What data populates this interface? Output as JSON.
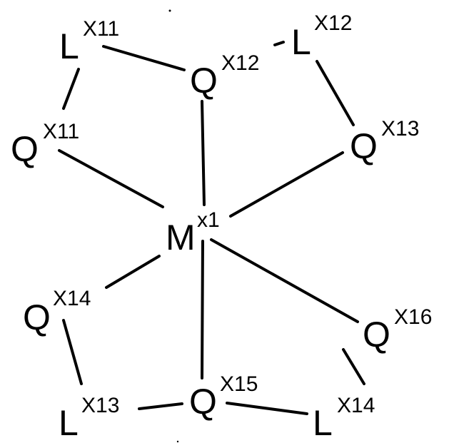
{
  "diagram": {
    "type": "coordination-complex-structure",
    "center": {
      "symbol": "M",
      "superscript": "x1"
    },
    "nodes": [
      {
        "id": "L11",
        "symbol": "L",
        "superscript": "X11"
      },
      {
        "id": "Q12",
        "symbol": "Q",
        "superscript": "X12"
      },
      {
        "id": "L12",
        "symbol": "L",
        "superscript": "X12"
      },
      {
        "id": "Q11",
        "symbol": "Q",
        "superscript": "X11"
      },
      {
        "id": "Q13",
        "symbol": "Q",
        "superscript": "X13"
      },
      {
        "id": "M1",
        "symbol": "M",
        "superscript": "x1"
      },
      {
        "id": "Q14",
        "symbol": "Q",
        "superscript": "X14"
      },
      {
        "id": "Q16",
        "symbol": "Q",
        "superscript": "X16"
      },
      {
        "id": "Q15",
        "symbol": "Q",
        "superscript": "X15"
      },
      {
        "id": "L13",
        "symbol": "L",
        "superscript": "X13"
      },
      {
        "id": "L14",
        "symbol": "L",
        "superscript": "X14"
      }
    ],
    "bonds": [
      [
        "L11",
        "Q12"
      ],
      [
        "L11",
        "Q11"
      ],
      [
        "Q12",
        "L12"
      ],
      [
        "L12",
        "Q13"
      ],
      [
        "Q11",
        "M1"
      ],
      [
        "Q12",
        "M1"
      ],
      [
        "Q13",
        "M1"
      ],
      [
        "Q14",
        "M1"
      ],
      [
        "Q15",
        "M1"
      ],
      [
        "Q16",
        "M1"
      ],
      [
        "Q14",
        "L13"
      ],
      [
        "L13",
        "Q15"
      ],
      [
        "Q15",
        "L14"
      ],
      [
        "L14",
        "Q16"
      ]
    ]
  }
}
